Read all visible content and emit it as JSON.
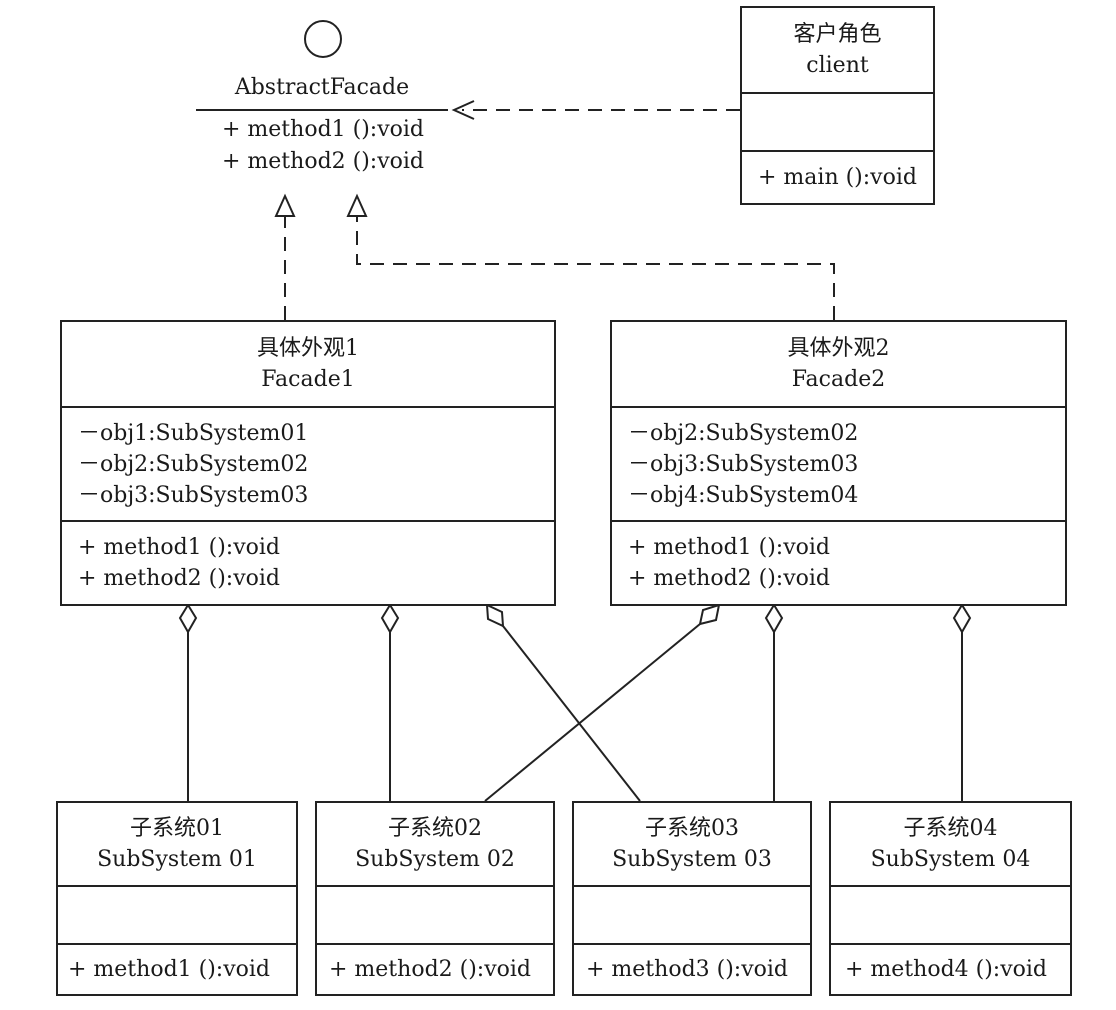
{
  "abstract_facade": {
    "name": "AbstractFacade",
    "methods": [
      "+ method1 ():void",
      "+ method2 ():void"
    ]
  },
  "client": {
    "title_cn": "客户角色",
    "name": "client",
    "methods": [
      "+ main ():void"
    ]
  },
  "facade1": {
    "title_cn": "具体外观1",
    "name": "Facade1",
    "attributes": [
      "－obj1:SubSystem01",
      "－obj2:SubSystem02",
      "－obj3:SubSystem03"
    ],
    "methods": [
      "+ method1 ():void",
      "+ method2 ():void"
    ]
  },
  "facade2": {
    "title_cn": "具体外观2",
    "name": "Facade2",
    "attributes": [
      "－obj2:SubSystem02",
      "－obj3:SubSystem03",
      "－obj4:SubSystem04"
    ],
    "methods": [
      "+ method1 ():void",
      "+ method2 ():void"
    ]
  },
  "subsystems": [
    {
      "title_cn": "子系统01",
      "name": "SubSystem 01",
      "method": "+ method1 ():void"
    },
    {
      "title_cn": "子系统02",
      "name": "SubSystem 02",
      "method": "+ method2 ():void"
    },
    {
      "title_cn": "子系统03",
      "name": "SubSystem 03",
      "method": "+ method3 ():void"
    },
    {
      "title_cn": "子系统04",
      "name": "SubSystem 04",
      "method": "+ method4 ():void"
    }
  ]
}
